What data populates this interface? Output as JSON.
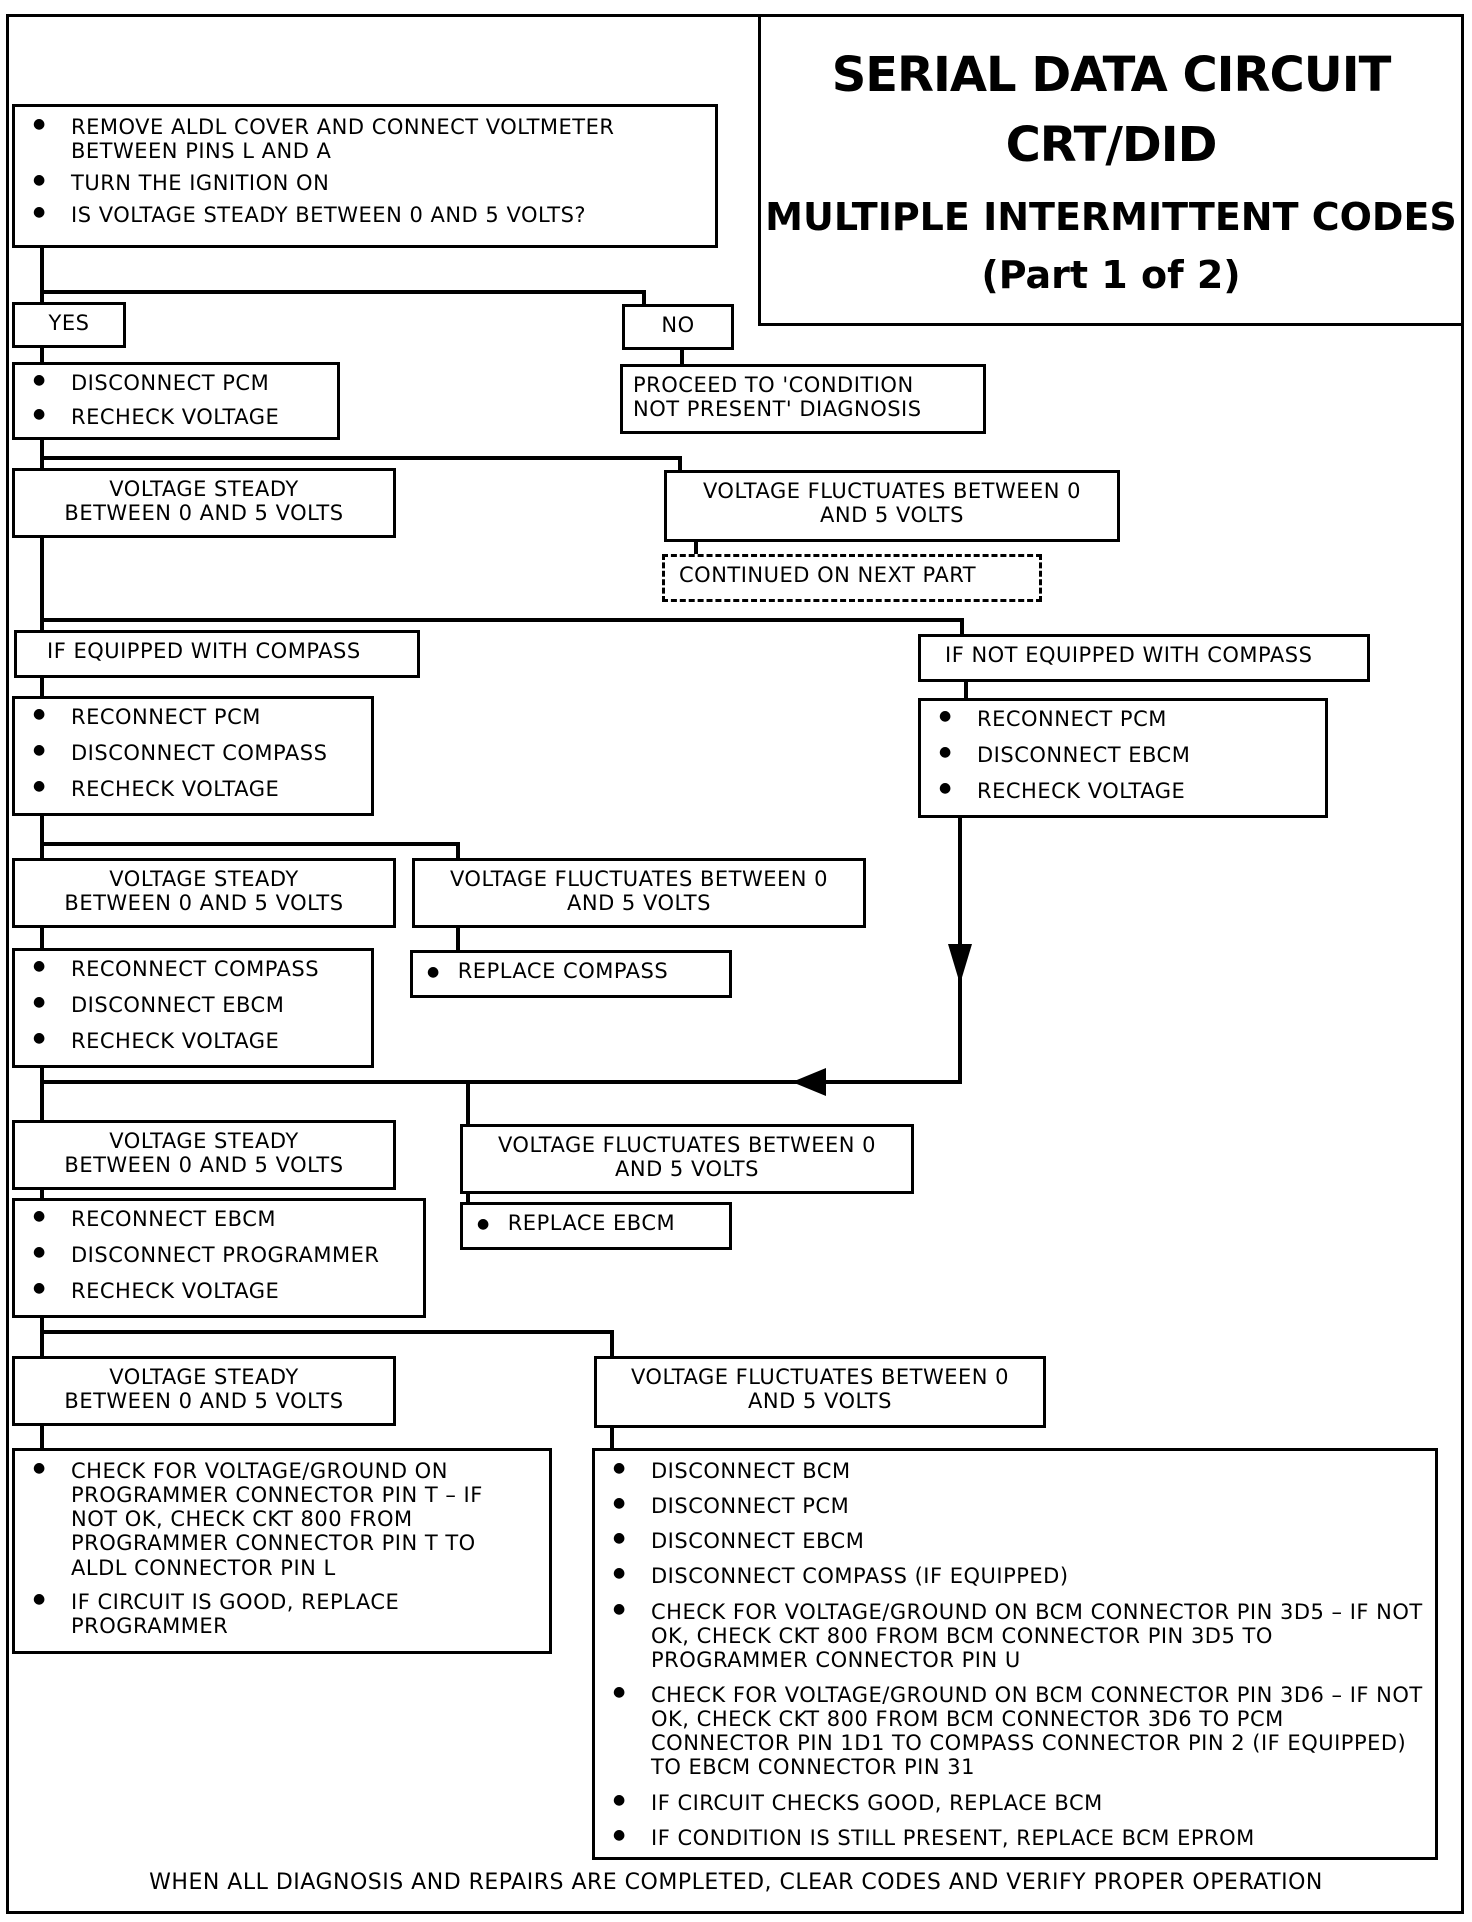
{
  "title": {
    "line1": "SERIAL DATA CIRCUIT",
    "line2": "CRT/DID",
    "line3": "MULTIPLE INTERMITTENT CODES",
    "line4": "(Part  1 of 2)"
  },
  "start_box": {
    "items": [
      "REMOVE ALDL COVER AND CONNECT VOLTMETER BETWEEN PINS L AND A",
      "TURN THE IGNITION ON",
      "IS VOLTAGE STEADY BETWEEN 0 AND 5 VOLTS?"
    ]
  },
  "yes_label": "YES",
  "no_label": "NO",
  "no_action": "PROCEED TO 'CONDITION NOT PRESENT' DIAGNOSIS",
  "step1": {
    "items": [
      "DISCONNECT PCM",
      "RECHECK VOLTAGE"
    ]
  },
  "result1_steady": "VOLTAGE STEADY BETWEEN 0 AND 5 VOLTS",
  "result1_fluct": "VOLTAGE FLUCTUATES BETWEEN 0 AND 5 VOLTS",
  "continued": "CONTINUED ON NEXT PART",
  "compass_yes": "IF EQUIPPED WITH COMPASS",
  "compass_no": "IF NOT EQUIPPED WITH COMPASS",
  "step_compass": {
    "items": [
      "RECONNECT PCM",
      "DISCONNECT COMPASS",
      "RECHECK VOLTAGE"
    ]
  },
  "step_nocompass": {
    "items": [
      "RECONNECT PCM",
      "DISCONNECT EBCM",
      "RECHECK VOLTAGE"
    ]
  },
  "result2_steady": "VOLTAGE STEADY BETWEEN 0 AND 5 VOLTS",
  "result2_fluct": "VOLTAGE FLUCTUATES BETWEEN 0 AND 5 VOLTS",
  "replace_compass": "REPLACE COMPASS",
  "step_ebcm": {
    "items": [
      "RECONNECT COMPASS",
      "DISCONNECT EBCM",
      "RECHECK VOLTAGE"
    ]
  },
  "result3_steady": "VOLTAGE STEADY BETWEEN 0 AND 5 VOLTS",
  "result3_fluct": "VOLTAGE FLUCTUATES BETWEEN 0 AND 5 VOLTS",
  "replace_ebcm": "REPLACE  EBCM",
  "step_programmer": {
    "items": [
      "RECONNECT EBCM",
      "DISCONNECT PROGRAMMER",
      "RECHECK VOLTAGE"
    ]
  },
  "result4_steady": "VOLTAGE STEADY BETWEEN 0 AND 5 VOLTS",
  "result4_fluct": "VOLTAGE FLUCTUATES BETWEEN 0 AND 5 VOLTS",
  "final_left": {
    "items": [
      "CHECK FOR VOLTAGE/GROUND ON PROGRAMMER CONNECTOR PIN T – IF NOT OK, CHECK CKT 800 FROM PROGRAMMER CONNECTOR PIN T TO ALDL CONNECTOR PIN L",
      "IF CIRCUIT IS GOOD, REPLACE PROGRAMMER"
    ]
  },
  "final_right": {
    "items": [
      "DISCONNECT BCM",
      "DISCONNECT PCM",
      "DISCONNECT EBCM",
      "DISCONNECT COMPASS (IF EQUIPPED)",
      "CHECK FOR VOLTAGE/GROUND ON BCM CONNECTOR PIN 3D5 – IF NOT OK, CHECK CKT 800 FROM BCM CONNECTOR PIN 3D5 TO PROGRAMMER CONNECTOR PIN U",
      "CHECK FOR VOLTAGE/GROUND ON BCM CONNECTOR PIN 3D6 – IF NOT OK, CHECK CKT 800 FROM BCM CONNECTOR 3D6 TO PCM CONNECTOR PIN 1D1 TO COMPASS CONNECTOR PIN 2 (IF EQUIPPED) TO EBCM CONNECTOR PIN 31",
      "IF CIRCUIT CHECKS GOOD, REPLACE BCM",
      "IF CONDITION IS STILL PRESENT, REPLACE BCM EPROM"
    ]
  },
  "footer": "WHEN ALL DIAGNOSIS AND REPAIRS ARE COMPLETED, CLEAR CODES AND VERIFY PROPER OPERATION"
}
